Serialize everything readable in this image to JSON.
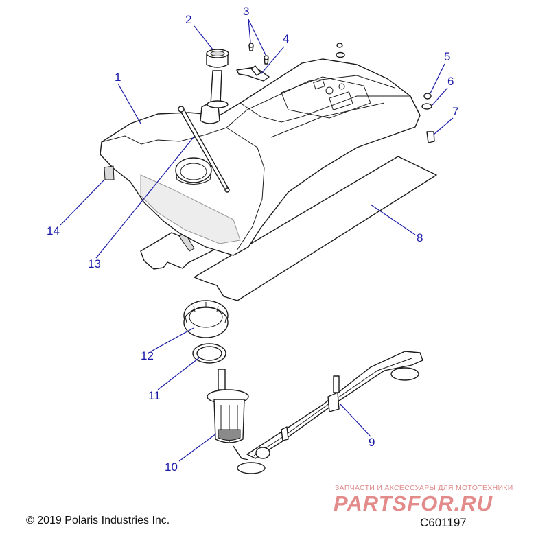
{
  "callouts": [
    {
      "id": "1",
      "label": "1"
    },
    {
      "id": "2",
      "label": "2"
    },
    {
      "id": "3",
      "label": "3"
    },
    {
      "id": "4",
      "label": "4"
    },
    {
      "id": "5",
      "label": "5"
    },
    {
      "id": "6",
      "label": "6"
    },
    {
      "id": "7",
      "label": "7"
    },
    {
      "id": "8",
      "label": "8"
    },
    {
      "id": "9",
      "label": "9"
    },
    {
      "id": "10",
      "label": "10"
    },
    {
      "id": "11",
      "label": "11"
    },
    {
      "id": "12",
      "label": "12"
    },
    {
      "id": "13",
      "label": "13"
    },
    {
      "id": "14",
      "label": "14"
    }
  ],
  "footer": {
    "copyright": "© 2019 Polaris Industries Inc.",
    "figure_id": "C601197"
  },
  "watermark": {
    "tagline": "ЗАПЧАСТИ И АКСЕССУАРЫ ДЛЯ МОТОТЕХНИКИ",
    "brand": "PARTSFOR.RU"
  },
  "colors": {
    "callout": "#1a1aa8",
    "line_art": "#1b1b1b",
    "watermark": "#e38a8a"
  }
}
